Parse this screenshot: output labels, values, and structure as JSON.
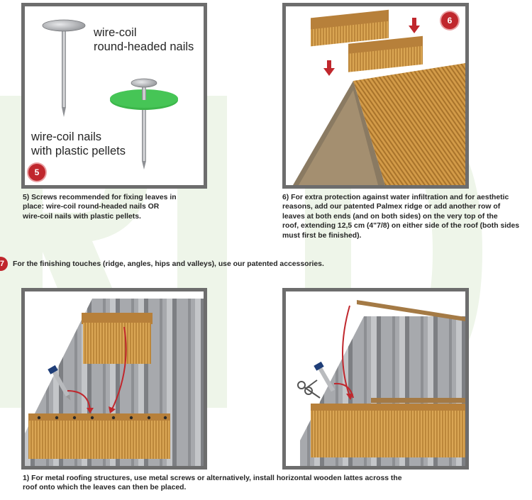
{
  "panel5": {
    "badge": "5",
    "label_top": "wire-coil\nround-headed nails",
    "label_bottom": "wire-coil nails\nwith plastic pellets",
    "caption": "5) Screws recommended for fixing leaves in\nplace: wire-coil round-headed nails OR\nwire-coil nails with plastic pellets."
  },
  "panel6": {
    "badge": "6",
    "caption": "6) For extra protection against water infiltration and for aesthetic\nreasons, add our patented Palmex ridge or add another row of\nleaves at both ends  (and on both sides) on the very top of the\nroof, extending 12,5 cm (4\"7/8) on either side of the roof (both sides\nmust first be finished)."
  },
  "step7": {
    "badge": "7",
    "text": "For the finishing touches (ridge, angles, hips and valleys), use our patented accessories."
  },
  "bottom": {
    "caption": "1)  For metal roofing structures, use metal screws or alternatively, install horizontal wooden lattes across the\n     roof onto which the leaves can then be placed."
  },
  "colors": {
    "frame": "#6d6d6d",
    "badge": "#c0272d",
    "pellet": "#3cb64a",
    "thatch": "#c98f3a",
    "metal": "#9a9ca0",
    "watermark": "#eef5e9"
  }
}
